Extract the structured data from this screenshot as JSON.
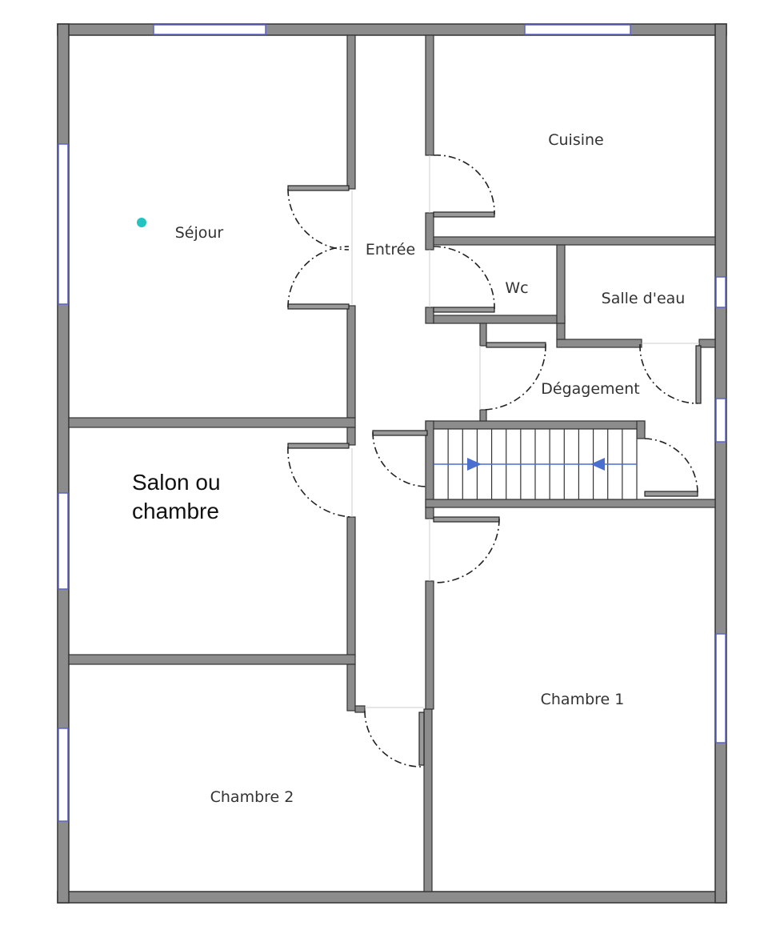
{
  "rooms": {
    "sejour": "Séjour",
    "entree": "Entrée",
    "cuisine": "Cuisine",
    "wc": "Wc",
    "salle_eau": "Salle d'eau",
    "degagement": "Dégagement",
    "salon_line1": "Salon ou",
    "salon_line2": "chambre",
    "chambre1": "Chambre 1",
    "chambre2": "Chambre 2"
  },
  "colors": {
    "wall_fill": "#8c8c8c",
    "wall_stroke": "#333333",
    "window": "#5b63c9",
    "stair_arrow": "#4a6fd1",
    "marker": "#22c3c0",
    "door_swing": "#222222"
  }
}
